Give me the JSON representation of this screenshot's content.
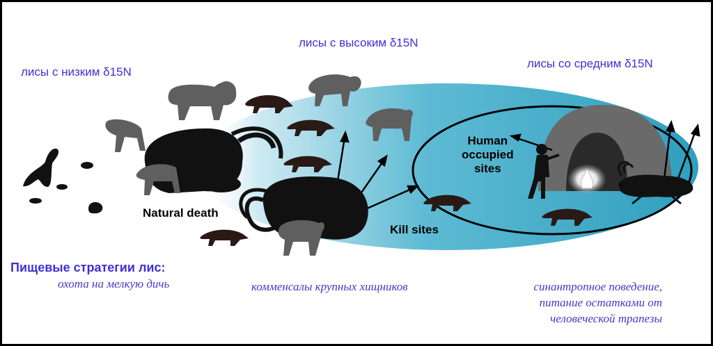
{
  "labels": {
    "low_foxes": "лисы с низким δ15N",
    "high_foxes": "лисы с высоким δ15N",
    "mid_foxes": "лисы со средним δ15N",
    "natural_death": "Natural death",
    "kill_sites": "Kill sites",
    "human_sites": [
      "Human",
      "occupied",
      "sites"
    ]
  },
  "strategies": {
    "heading": "Пищевые стратегии лис:",
    "small_game": "охота на мелкую дичь",
    "commensal": "комменсалы крупных хищников",
    "synanthropic": [
      "синантропное поведение,",
      "питание остатками  от",
      "человеческой трапезы"
    ]
  },
  "colors": {
    "zone_blue": "#3ea9c6",
    "silhouette_dark": "#111111",
    "silhouette_grey": "#5f5f5f",
    "fox_brown": "#2a1a16",
    "text_blue": "#3f2fd8"
  },
  "icons": [
    "mammoth-icon",
    "lion-icon",
    "hyena-icon",
    "wolf-icon",
    "fox-icon",
    "mink-icon",
    "rodent-icon",
    "reindeer-icon",
    "human-hunter-icon",
    "cave-icon",
    "fire-icon",
    "spear-icon"
  ]
}
